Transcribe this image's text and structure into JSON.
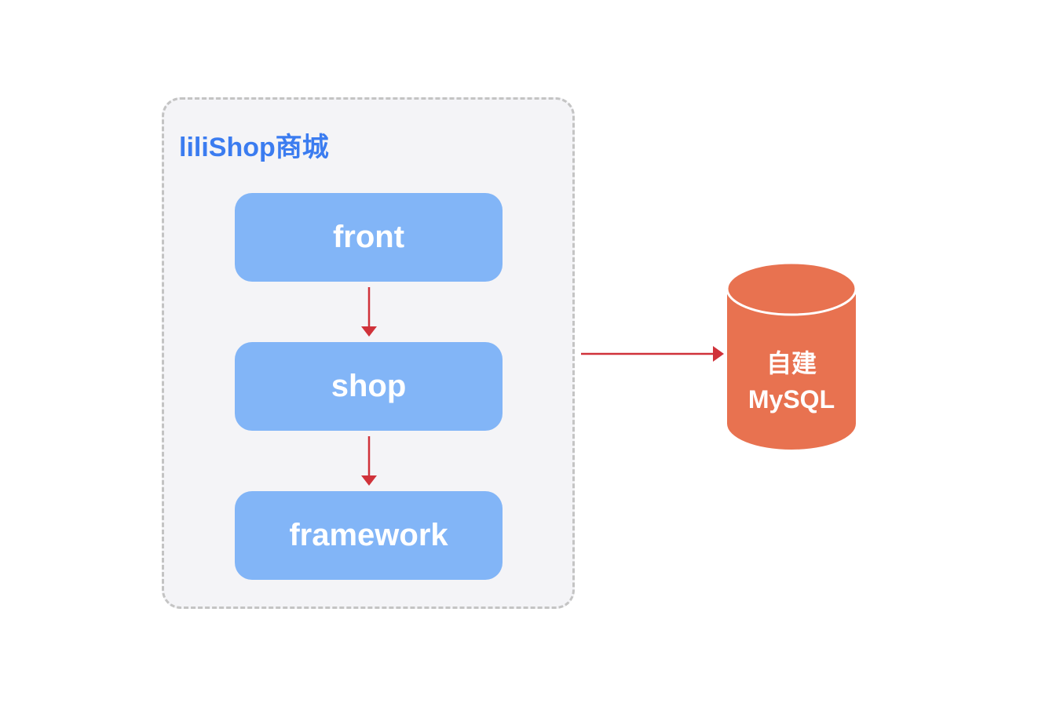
{
  "diagram": {
    "group": {
      "title": "liliShop商城",
      "nodes": [
        {
          "label": "front"
        },
        {
          "label": "shop"
        },
        {
          "label": "framework"
        }
      ]
    },
    "database": {
      "line1": "自建",
      "line2": "MySQL"
    },
    "colors": {
      "title": "#3b7cf0",
      "node_fill": "#82b5f7",
      "group_fill": "#f4f4f7",
      "group_border": "#c4c4c4",
      "arrow": "#d0323a",
      "database_fill": "#e87250"
    }
  }
}
